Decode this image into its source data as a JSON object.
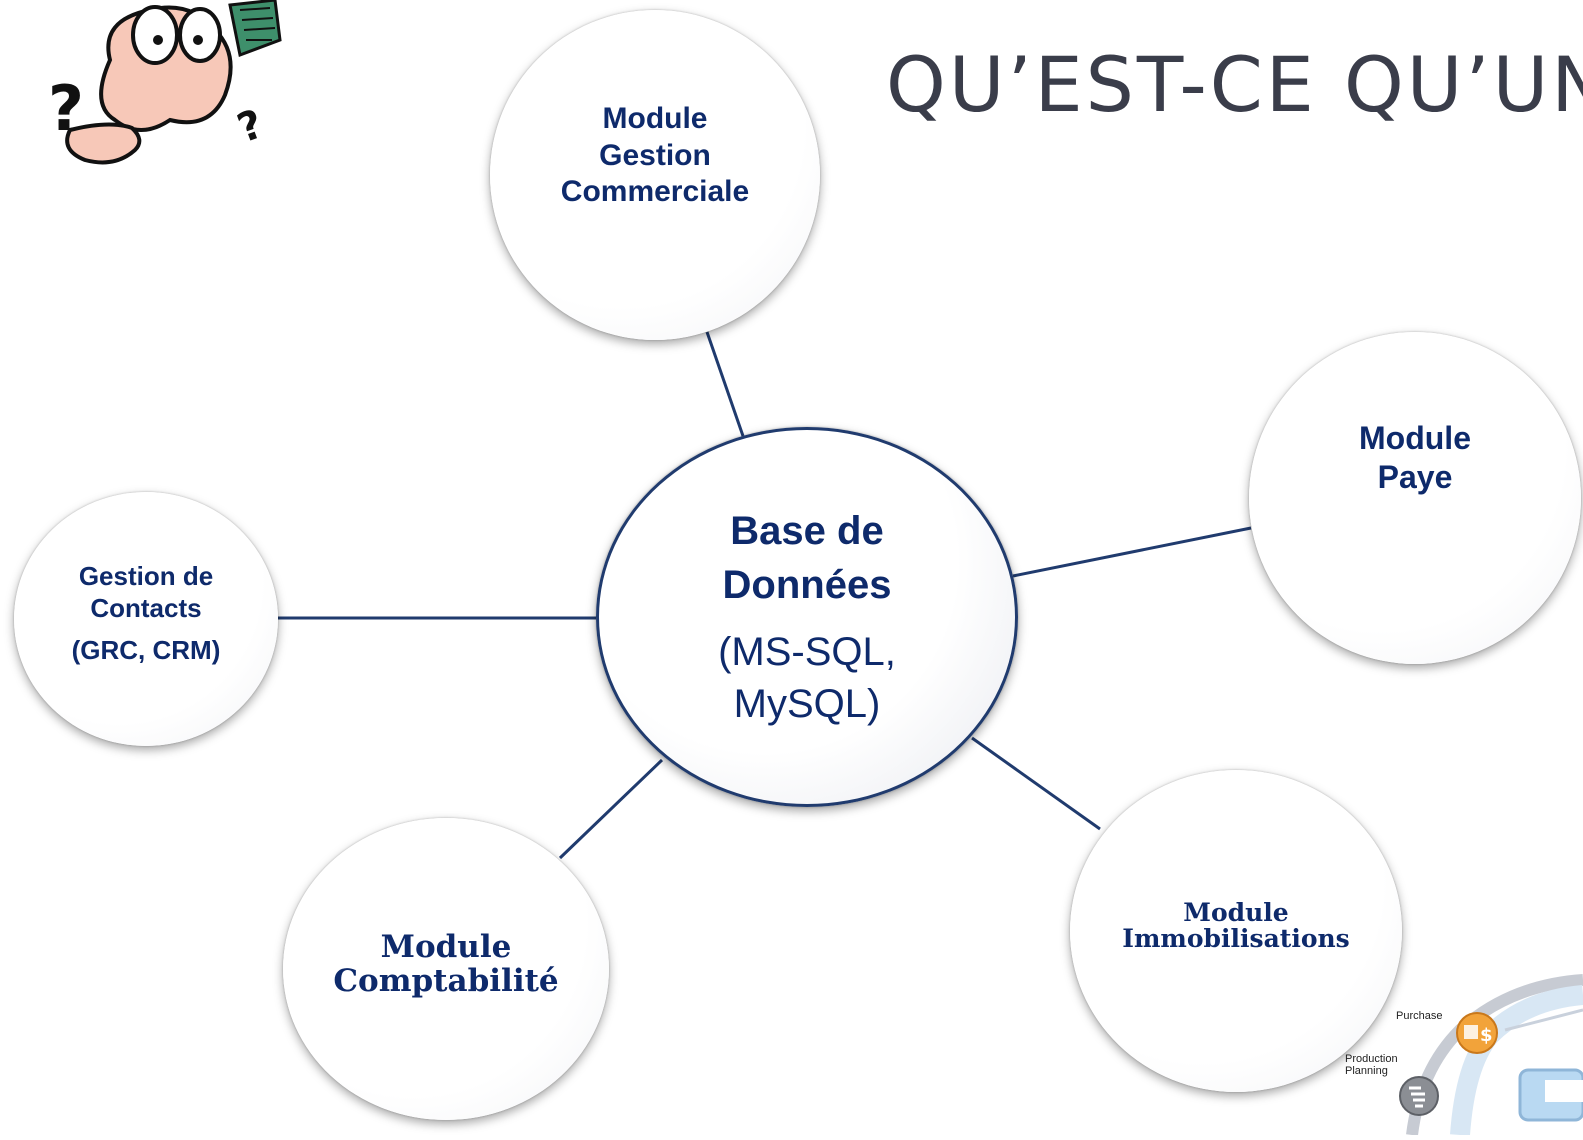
{
  "title": "QU’EST-CE QU’UN",
  "center": {
    "main": "Base de Données",
    "sub": "(MS-SQL, MySQL)"
  },
  "modules": {
    "commerciale": [
      "Module",
      "Gestion",
      "Commerciale"
    ],
    "paye": [
      "Module",
      "Paye"
    ],
    "contacts": [
      "Gestion de",
      "Contacts",
      "(GRC, CRM)"
    ],
    "comptabilite": [
      "Module",
      "Comptabilité"
    ],
    "immobilisations": [
      "Module",
      "Immobilisations"
    ]
  },
  "erp_fragment": {
    "purchase": "Purchase",
    "production_line1": "Production",
    "production_line2": "Planning"
  },
  "colors": {
    "node_text": "#0e2a6b",
    "connector": "#203b6e",
    "title": "#3a3d4a"
  },
  "icons": [
    "confused-cartoon-icon",
    "purchase-icon",
    "production-planning-icon"
  ]
}
